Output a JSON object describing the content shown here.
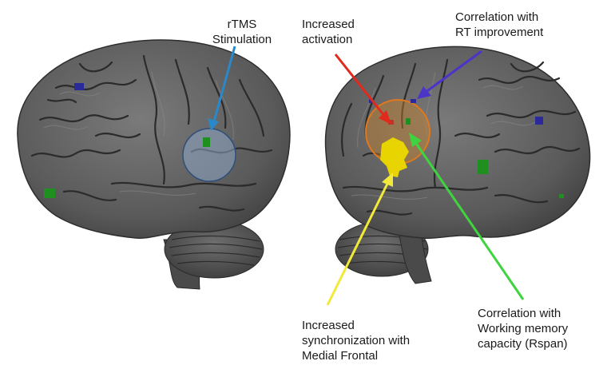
{
  "labels": {
    "rtms": "rTMS\nStimulation",
    "increased_activation": "Increased\nactivation",
    "correlation_rt": "Correlation with\nRT improvement",
    "increased_sync": "Increased\nsynchronization with\nMedial Frontal",
    "correlation_wm": "Correlation with\nWorking memory\ncapacity (Rspan)"
  },
  "colors": {
    "brain": "#5e5e5e",
    "brain_dark": "#3c3c3c",
    "sulcus": "#2b2b2b",
    "gyrus_highlight": "#8a8a8a",
    "rtms_arrow": "#2b88c8",
    "stim_circle_fill": "#8ea7c8",
    "stim_circle_stroke": "#2f4f7a",
    "activation_arrow": "#e02a1e",
    "rt_arrow": "#4b35c9",
    "sync_arrow": "#f2e93a",
    "wm_arrow": "#3fd43f",
    "roi_circle_fill": "#c9822d",
    "roi_circle_stroke": "#e0781e",
    "yellow_blob": "#e8d400",
    "green_blob": "#1f8f1f",
    "blue_blob": "#2a2a9a"
  }
}
